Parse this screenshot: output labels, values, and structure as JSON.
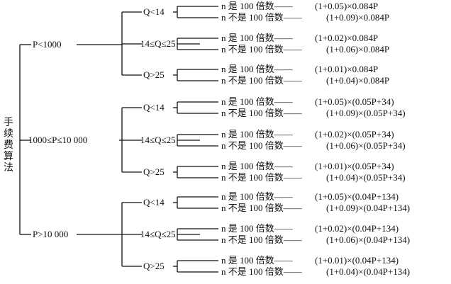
{
  "root_label": "手续费算法",
  "p_ranges": [
    "P<1000",
    "1000≤P≤10 000",
    "P>10 000"
  ],
  "q_ranges": [
    "Q<14",
    "14≤Q≤25",
    "Q>25"
  ],
  "conditions": {
    "yes": "n 是 100 倍数——",
    "no": "n 不是 100 倍数——"
  },
  "formulas": [
    [
      [
        "(1+0.05)×0.084P",
        "(1+0.09)×0.084P"
      ],
      [
        "(1+0.02)×0.084P",
        "(1+0.06)×0.084P"
      ],
      [
        "(1+0.01)×0.084P",
        "(1+0.04)×0.084P"
      ]
    ],
    [
      [
        "(1+0.05)×(0.05P+34)",
        "(1+0.09)×(0.05P+34)"
      ],
      [
        "(1+0.02)×(0.05P+34)",
        "(1+0.06)×(0.05P+34)"
      ],
      [
        "(1+0.01)×(0.05P+34)",
        "(1+0.04)×(0.05P+34)"
      ]
    ],
    [
      [
        "(1+0.05)×(0.04P+134)",
        "(1+0.09)×(0.04P+134)"
      ],
      [
        "(1+0.02)×(0.04P+134)",
        "(1+0.06)×(0.04P+134)"
      ],
      [
        "(1+0.01)×(0.04P+134)",
        "(1+0.04)×(0.04P+134)"
      ]
    ]
  ]
}
